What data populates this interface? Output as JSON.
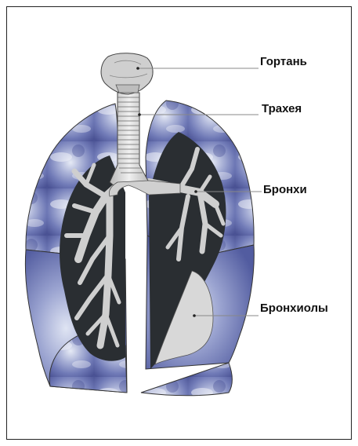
{
  "labels": {
    "larynx": "Гортань",
    "trachea": "Трахея",
    "bronchi": "Бронхи",
    "bronchioles": "Бронхиолы"
  },
  "colors": {
    "lung_tissue": "#8a94c4",
    "lung_dark": "#4a5294",
    "lung_light": "#e8ecf6",
    "airway": "#cfcfcf",
    "airway_inner": "#2a2e32",
    "outline": "#333333",
    "leader_line": "#888888"
  }
}
